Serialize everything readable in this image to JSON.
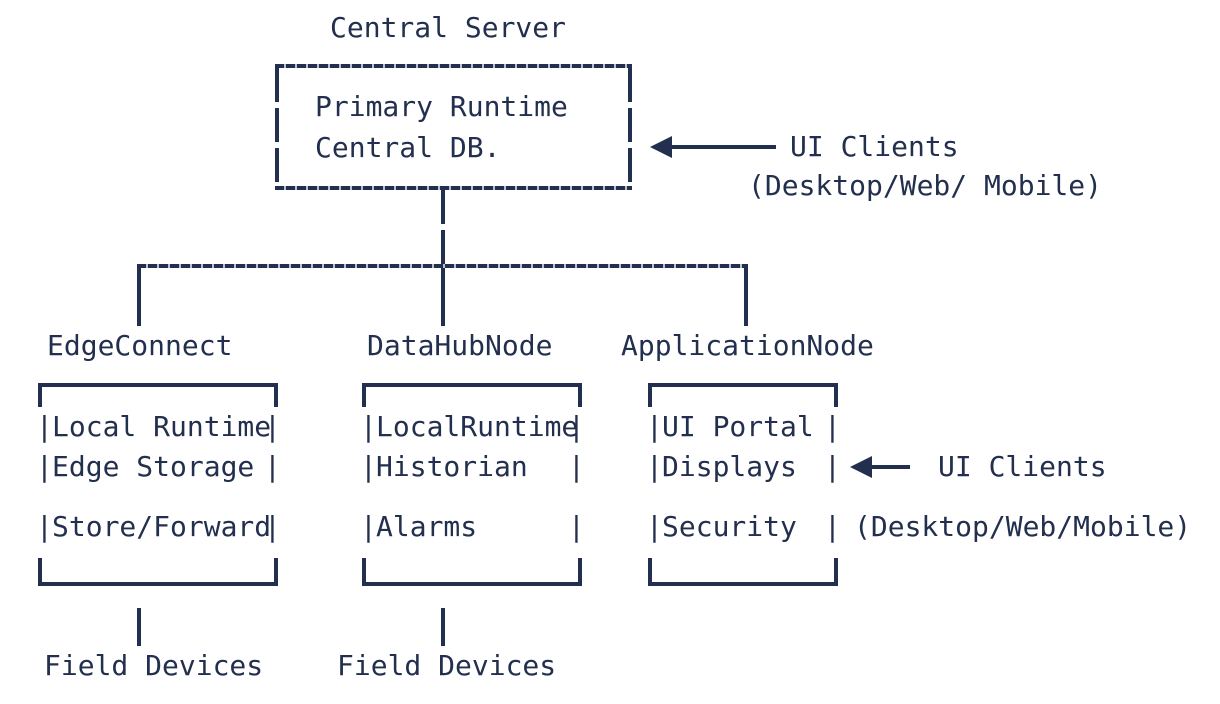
{
  "diagram": {
    "title": "Central Server",
    "accent_color": "#232f4e",
    "background_color": "#ffffff",
    "central": {
      "label": "Central Server",
      "lines": [
        "Primary Runtime",
        "Central DB."
      ],
      "annotation": {
        "arrow": "left-arrow",
        "line1": "UI Clients",
        "line2": "(Desktop/Web/ Mobile)"
      }
    },
    "nodes": [
      {
        "label": "EdgeConnect",
        "rows": [
          {
            "left_pipe": "|",
            "text": "Local Runtime",
            "right_pipe": "|"
          },
          {
            "left_pipe": "|",
            "text": "Edge Storage",
            "right_pipe": "|"
          },
          {
            "left_pipe": "|",
            "text": "Store/Forward",
            "right_pipe": "|"
          }
        ],
        "child": "Field Devices"
      },
      {
        "label": "DataHubNode",
        "rows": [
          {
            "left_pipe": "|",
            "text": "LocalRuntime",
            "right_pipe": "|"
          },
          {
            "left_pipe": "|",
            "text": "Historian",
            "right_pipe": "|"
          },
          {
            "left_pipe": "|",
            "text": "Alarms",
            "right_pipe": "|"
          }
        ],
        "child": "Field Devices"
      },
      {
        "label": "ApplicationNode",
        "rows": [
          {
            "left_pipe": "|",
            "text": "UI Portal",
            "right_pipe": "|"
          },
          {
            "left_pipe": "|",
            "text": "Displays",
            "right_pipe": "|"
          },
          {
            "left_pipe": "|",
            "text": "Security",
            "right_pipe": "|"
          }
        ],
        "child": "",
        "annotation": {
          "arrow": "left-arrow",
          "line1": "UI Clients",
          "line2": "(Desktop/Web/Mobile)"
        }
      }
    ]
  }
}
